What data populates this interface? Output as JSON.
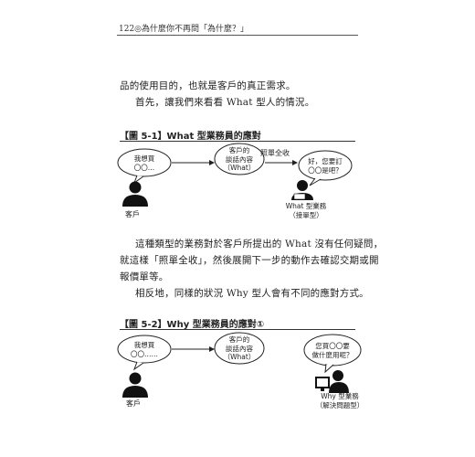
{
  "header": {
    "running_title": "122◎為什麼你不再問「為什麼？」"
  },
  "paragraphs": {
    "p1": "品的使用目的，也就是客戶的真正需求。",
    "p2": "首先，讓我們來看看 What 型人的情況。",
    "p3": "這種類型的業務對於客戶所提出的 What 沒有任何疑問，",
    "p4": "就這樣「照單全收」，然後展開下一步的動作去確認交期或開",
    "p5": "報價單等。",
    "p6": "相反地，同樣的狀況 Why 型人會有不同的應對方式。"
  },
  "figure1": {
    "title": "【圖 5-1】What 型業務員的應對",
    "customer_bubble": [
      "我想買",
      "〇〇…"
    ],
    "content_bubble": [
      "客戶的",
      "談話內容",
      "（What）"
    ],
    "arrow_label": "照單全收",
    "sales_bubble": [
      "好，您要訂",
      "〇〇是吧？"
    ],
    "customer_label": "客戶",
    "sales_label": [
      "What 型業務",
      "（接單型）"
    ]
  },
  "figure2": {
    "title": "【圖 5-2】Why 型業務員的應對①",
    "customer_bubble": [
      "我想買",
      "〇〇……"
    ],
    "content_bubble": [
      "客戶的",
      "談話內容",
      "（What）"
    ],
    "sales_bubble": [
      "您買〇〇要",
      "做什麼用呢？"
    ],
    "customer_label": "客戶",
    "sales_label": [
      "Why 型業務",
      "（解決問題型）"
    ]
  }
}
